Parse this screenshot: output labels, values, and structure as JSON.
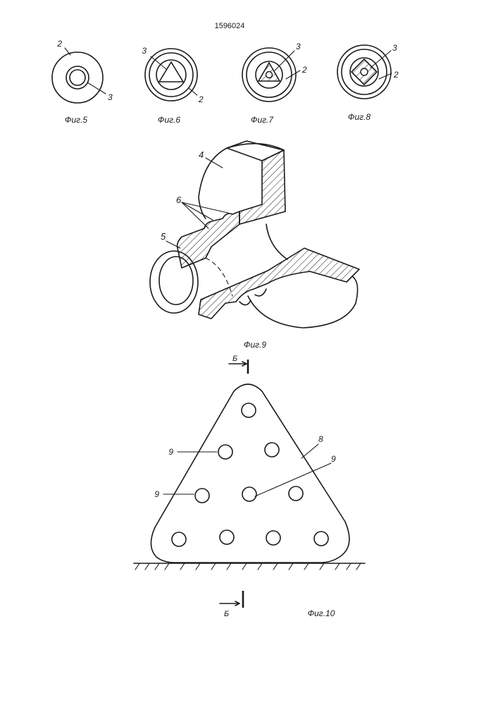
{
  "document": {
    "patent_number": "1596024"
  },
  "figures": {
    "fig5": {
      "caption": "Фиг.5",
      "labels": [
        "2",
        "3"
      ]
    },
    "fig6": {
      "caption": "Фиг.6",
      "labels": [
        "3",
        "2"
      ]
    },
    "fig7": {
      "caption": "Фиг.7",
      "labels": [
        "3",
        "2"
      ]
    },
    "fig8": {
      "caption": "Фиг.8",
      "labels": [
        "3",
        "2"
      ]
    },
    "fig9": {
      "caption": "Фиг.9",
      "labels": [
        "4",
        "6",
        "5"
      ]
    },
    "fig10": {
      "caption": "Фиг.10",
      "section_mark": "Б",
      "labels": [
        "9",
        "8",
        "9",
        "9"
      ]
    }
  },
  "colors": {
    "ink": "#1a1a1a",
    "paper": "#ffffff"
  }
}
